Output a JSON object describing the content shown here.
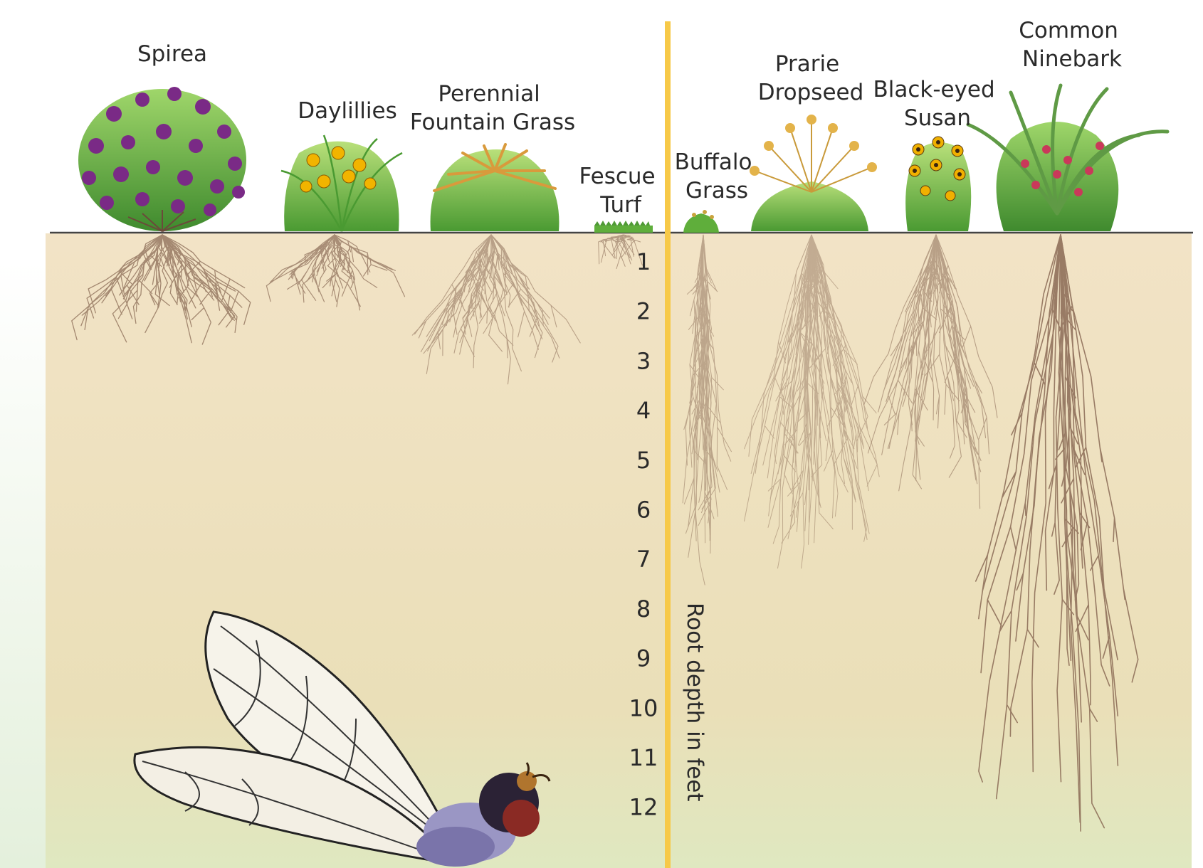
{
  "plants": [
    {
      "id": "spirea",
      "label_lines": [
        "Spirea"
      ],
      "flower_color": "#7a2a86"
    },
    {
      "id": "daylillies",
      "label_lines": [
        "Daylillies"
      ],
      "flower_color": "#f2b400"
    },
    {
      "id": "perennial-fountain-grass",
      "label_lines": [
        "Perennial",
        "Fountain Grass"
      ],
      "flower_color": "#d99a3c"
    },
    {
      "id": "fescue-turf",
      "label_lines": [
        "Fescue",
        "Turf"
      ],
      "flower_color": "#5fae3b"
    },
    {
      "id": "buffalo-grass",
      "label_lines": [
        "Buffalo",
        "Grass"
      ],
      "flower_color": "#c9a33d"
    },
    {
      "id": "prarie-dropseed",
      "label_lines": [
        "Prarie",
        "Dropseed"
      ],
      "flower_color": "#e3b34a"
    },
    {
      "id": "black-eyed-susan",
      "label_lines": [
        "Black-eyed",
        "Susan"
      ],
      "flower_color": "#f0b000"
    },
    {
      "id": "common-ninebark",
      "label_lines": [
        "Common",
        "Ninebark"
      ],
      "flower_color": "#c9395a"
    }
  ],
  "depth_scale": {
    "title": "Root depth in feet",
    "ticks": [
      "1",
      "2",
      "3",
      "4",
      "5",
      "6",
      "7",
      "8",
      "9",
      "10",
      "11",
      "12"
    ]
  },
  "colors": {
    "soil": "#f1e4c8",
    "divider": "#f7c948",
    "root": "#8a6a55",
    "foliage": "#4f9a35"
  }
}
